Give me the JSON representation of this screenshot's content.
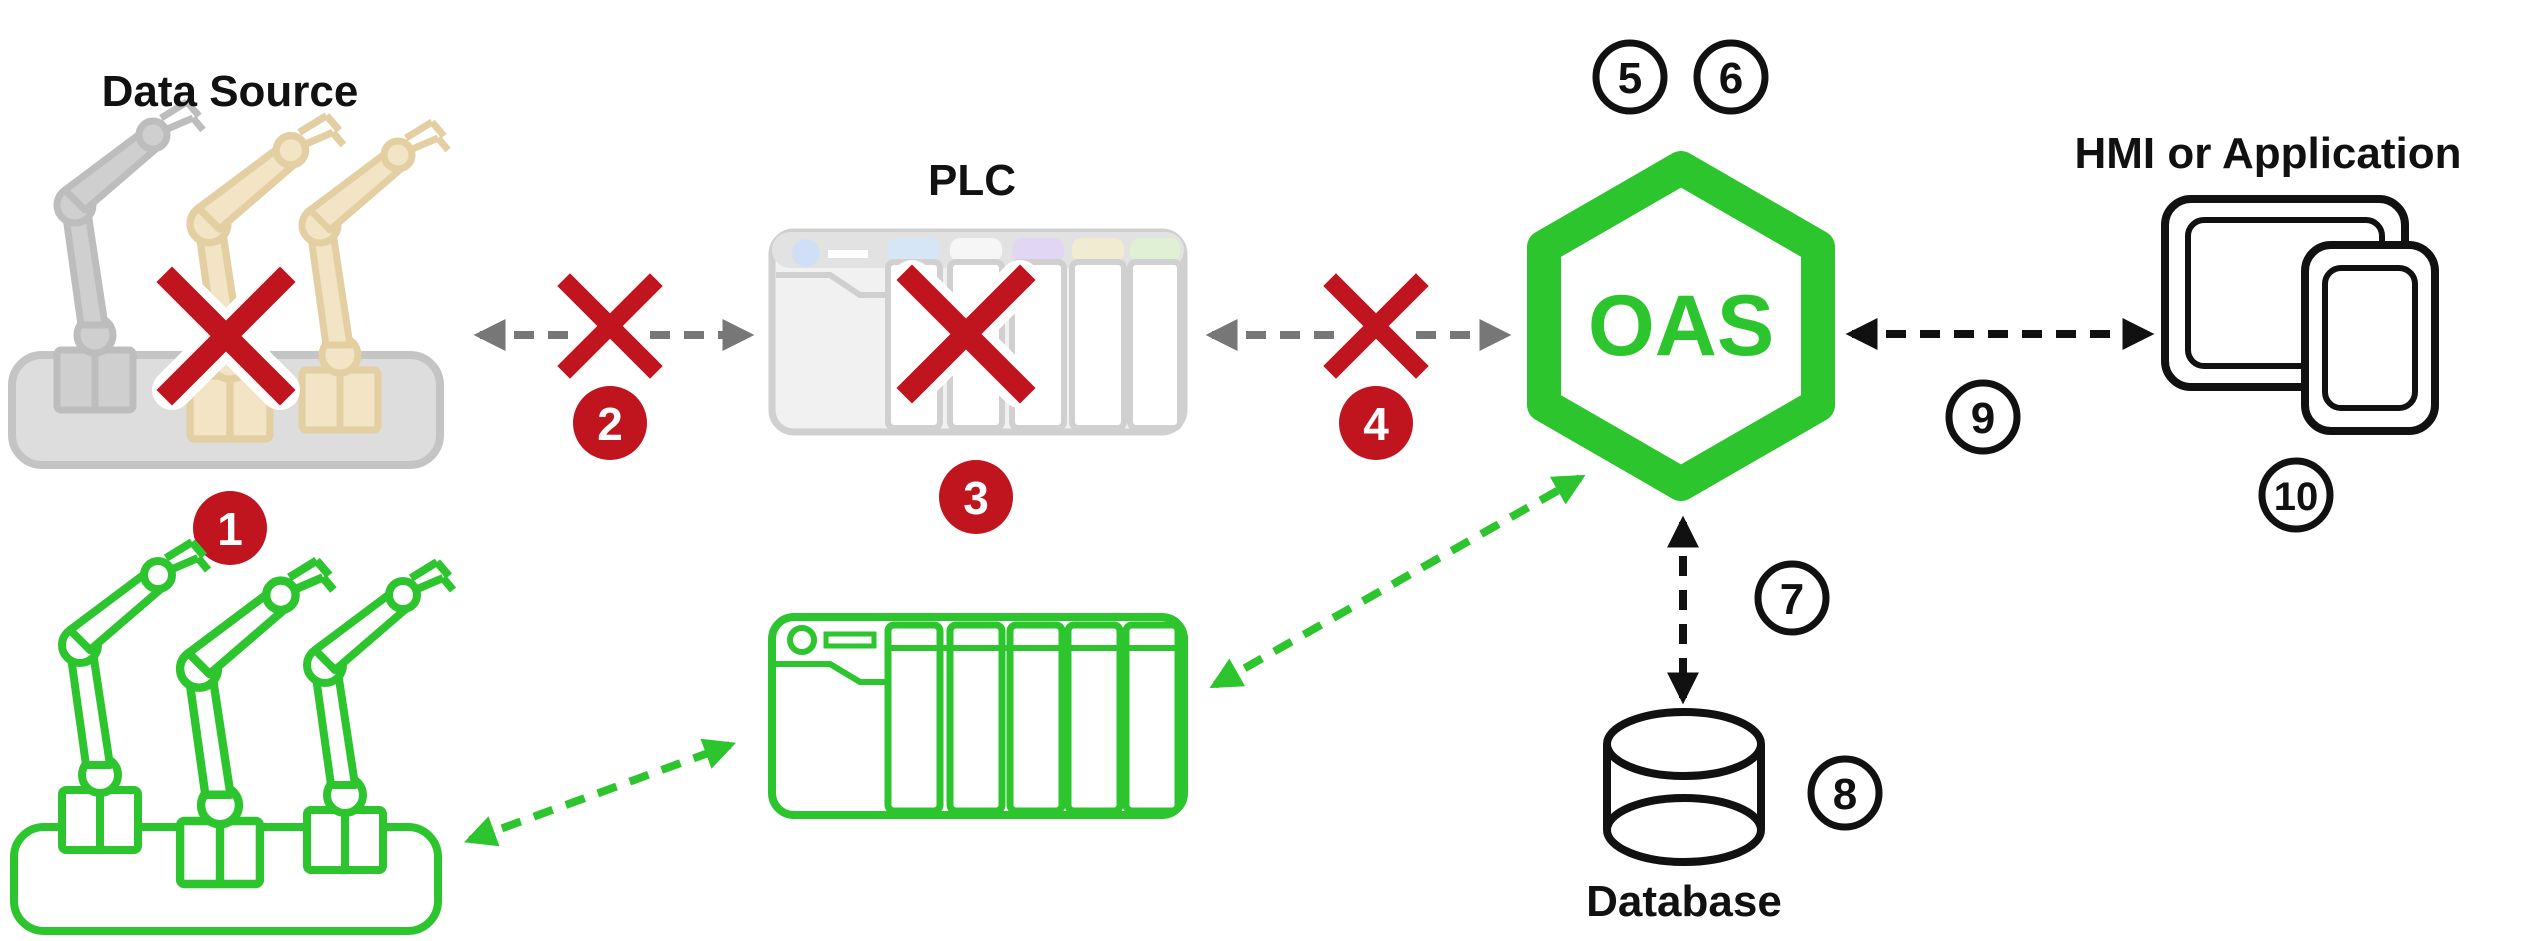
{
  "labels": {
    "data_source": "Data Source",
    "plc": "PLC",
    "oas": "OAS",
    "hmi": "HMI or Application",
    "database": "Database"
  },
  "badges": {
    "b1": "1",
    "b2": "2",
    "b3": "3",
    "b4": "4",
    "b5": "5",
    "b6": "6",
    "b7": "7",
    "b8": "8",
    "b9": "9",
    "b10": "10"
  },
  "colors": {
    "green": "#2dc52d",
    "red": "#c0141f",
    "gray": "#cdcdcd",
    "tan": "#f2e4c4",
    "black": "#111111",
    "arrow_gray": "#777777"
  },
  "icons": {
    "failed_robots": "robot-arms-icon",
    "failed_plc": "plc-rack-icon",
    "healthy_robots": "robot-arms-icon",
    "healthy_plc": "plc-rack-icon",
    "oas": "hexagon-icon",
    "hmi": "screens-icon",
    "database": "database-cylinder-icon",
    "failure": "x-mark-icon"
  }
}
